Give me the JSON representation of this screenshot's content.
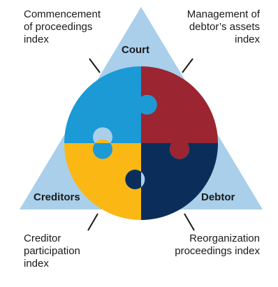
{
  "corners": {
    "top": "Court",
    "bottom_left": "Creditors",
    "bottom_right": "Debtor"
  },
  "indices": {
    "top_left": "Commencement\nof proceedings\nindex",
    "top_right": "Management of\ndebtor’s assets\nindex",
    "bottom_left": "Creditor\nparticipation\nindex",
    "bottom_right": "Reorganization\nproceedings index"
  },
  "colors": {
    "triangle": "#a9cfea",
    "piece_top_left": "#1b9ad6",
    "piece_top_right": "#9b2530",
    "piece_bottom_left": "#fbb713",
    "piece_bottom_right": "#0b2d5a",
    "lines": "#1a1a1a"
  }
}
